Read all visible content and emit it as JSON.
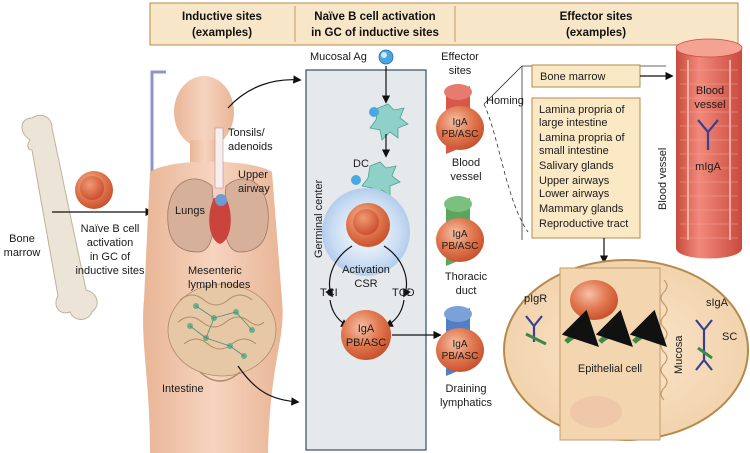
{
  "header": {
    "inductive_title": "Inductive sites",
    "inductive_sub": "(examples)",
    "activation_title": "Naïve B cell activation",
    "activation_sub": "in GC of inductive sites",
    "effector_title": "Effector sites",
    "effector_sub": "(examples)"
  },
  "left": {
    "bone_marrow_line1": "Bone",
    "bone_marrow_line2": "marrow",
    "naive_line1": "Naïve B cell",
    "naive_line2": "activation",
    "naive_line3": "in GC of",
    "naive_line4": "inductive sites"
  },
  "body": {
    "tonsils_line1": "Tonsils/",
    "tonsils_line2": "adenoids",
    "upper_airway_line1": "Upper",
    "upper_airway_line2": "airway",
    "lungs": "Lungs",
    "mesenteric_line1": "Mesenteric",
    "mesenteric_line2": "lymph nodes",
    "intestine": "Intestine"
  },
  "gc": {
    "mucosal_ag": "Mucosal Ag",
    "dc": "DC",
    "germinal_center": "Germinal center",
    "activation": "Activation",
    "csr": "CSR",
    "tci": "TCI",
    "tcd": "TCD",
    "iga_line1": "IgA",
    "iga_line2": "PB/ASC"
  },
  "effector": {
    "sites_line1": "Effector",
    "sites_line2": "sites",
    "homing": "Homing",
    "blood_vessel_line1": "Blood",
    "blood_vessel_line2": "vessel",
    "thoracic_line1": "Thoracic",
    "thoracic_line2": "duct",
    "draining_line1": "Draining",
    "draining_line2": "lymphatics",
    "tube_label_line1": "IgA",
    "tube_label_line2": "PB/ASC"
  },
  "right": {
    "bone_marrow": "Bone marrow",
    "sites": [
      "Lamina propria of",
      "large intestine",
      "Lamina propria of",
      "small intestine",
      "Salivary glands",
      "Upper airways",
      "Lower airways",
      "Mammary glands",
      "Reproductive tract"
    ],
    "vessel_line1": "Blood",
    "vessel_line2": "vessel",
    "vessel_side": "Blood vessel",
    "migA": "mIgA",
    "pigr": "pIgR",
    "sIgA": "sIgA",
    "sc": "SC",
    "epithelial": "Epithelial cell",
    "mucosa": "Mucosa"
  },
  "colors": {
    "header_bg": "#f7e6c8",
    "header_border": "#b58a4a",
    "box_bg": "#fbe9c6",
    "gc_bg": "#e6e9ec",
    "cell_orange": "#e0714a",
    "body_skin": "#f2c9b0",
    "bracket": "#8c96c8",
    "vessel_red": "#e2685a",
    "green": "#5aa65e",
    "blue": "#4f7fc4"
  }
}
